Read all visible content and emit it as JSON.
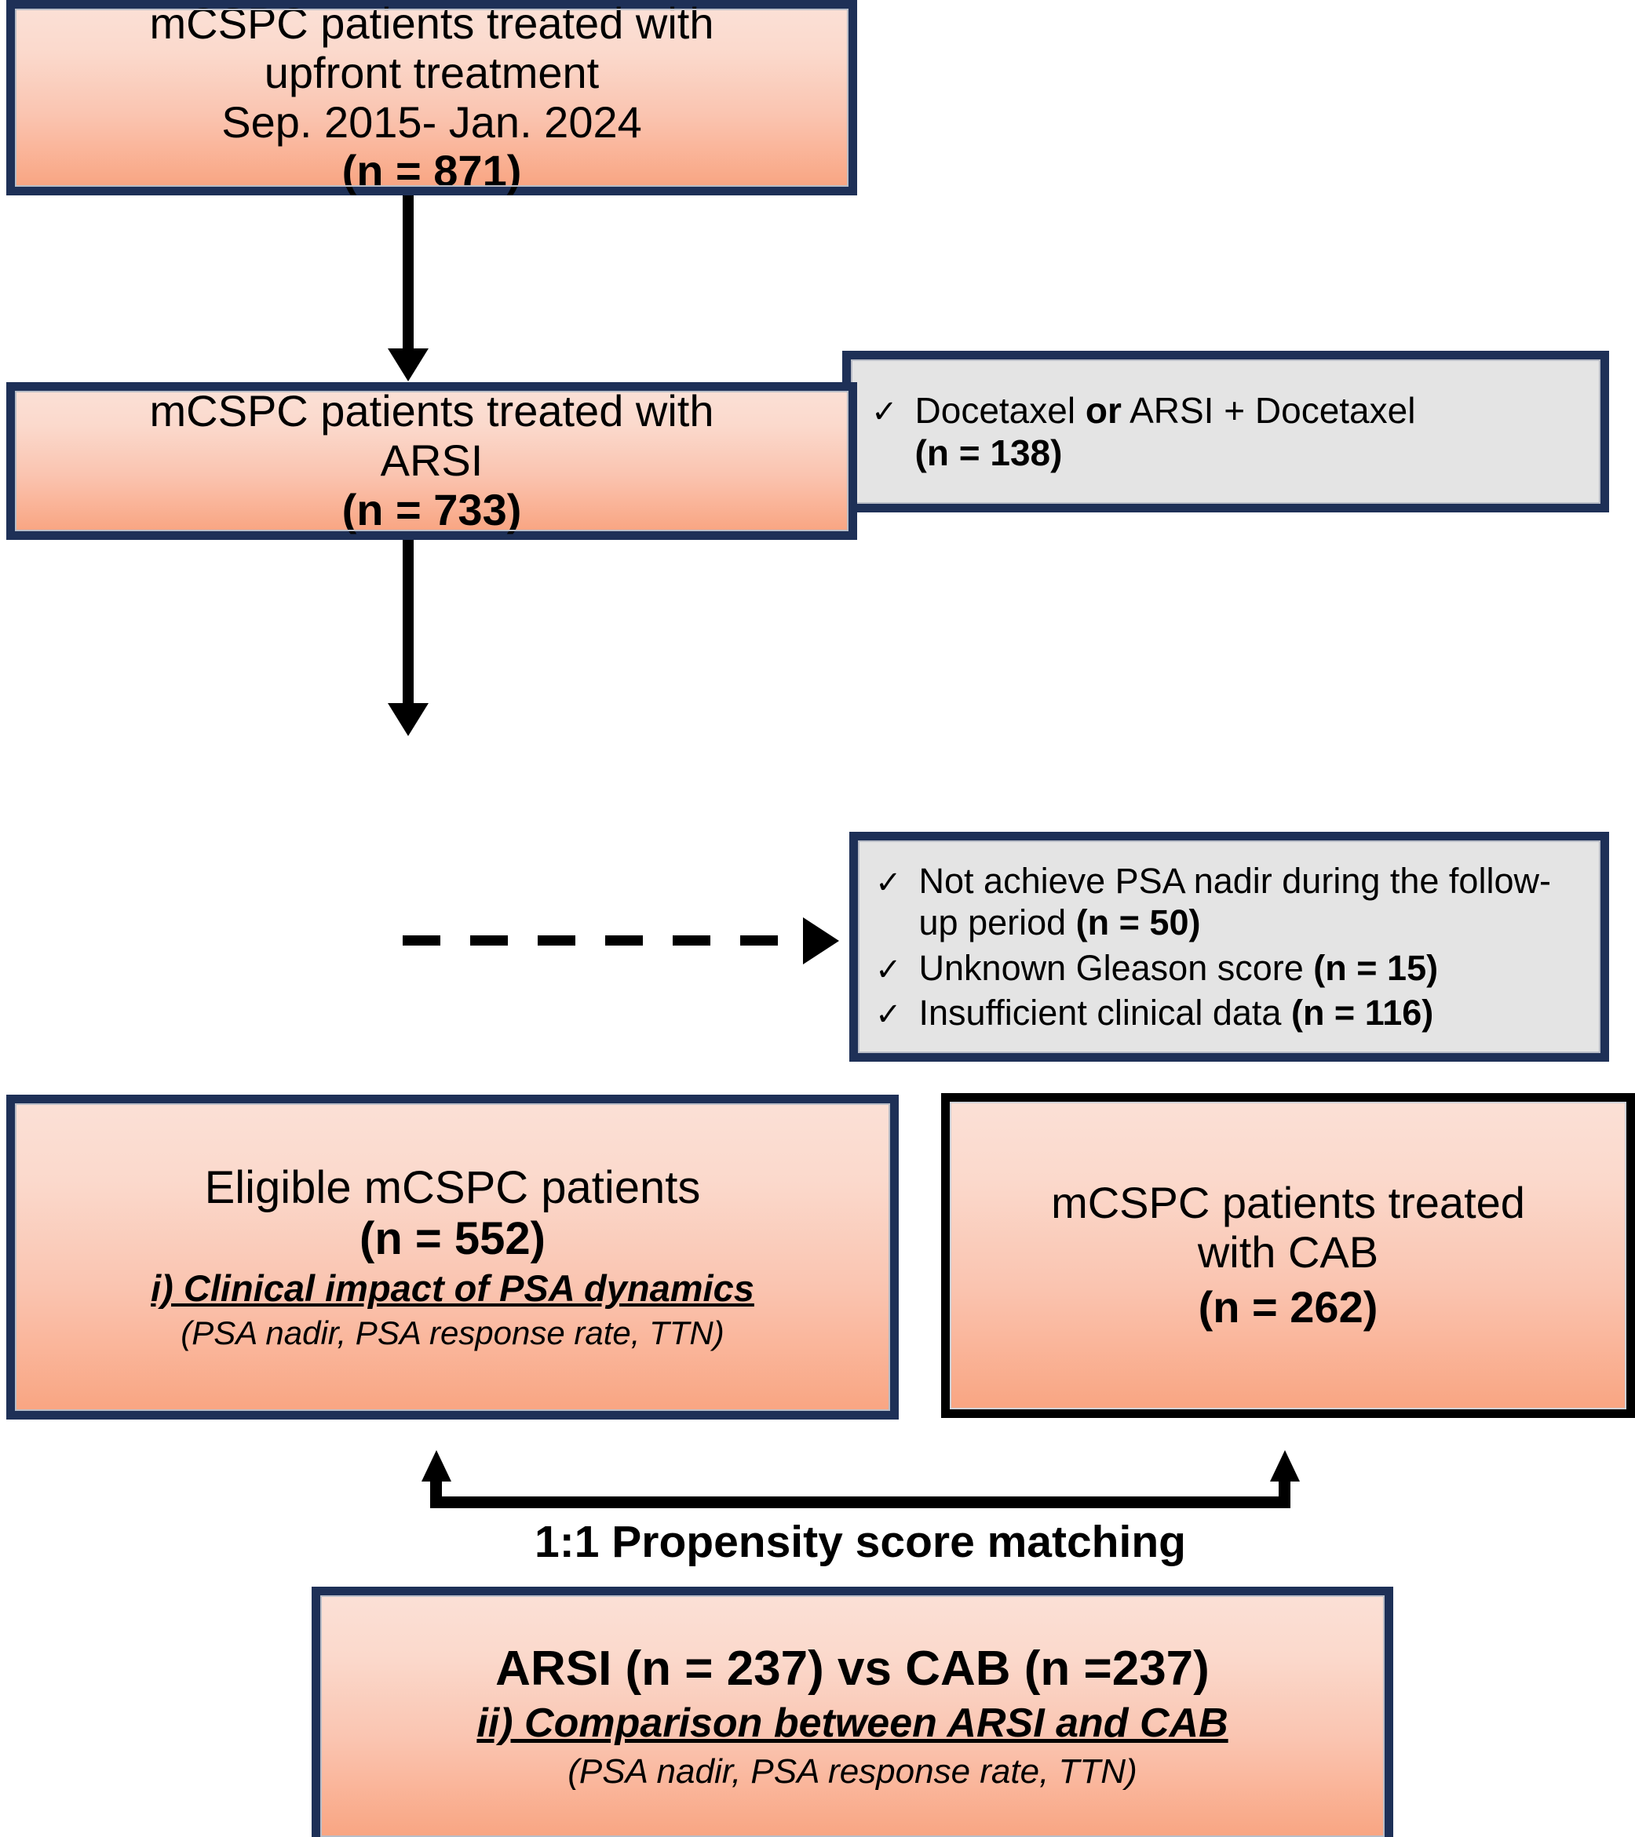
{
  "diagram": {
    "title": "mCSPC patient selection flow diagram",
    "colors": {
      "box_border_navy": "#1e3057",
      "box_border_black": "#000000",
      "box_fill_top": "#fbe0d6",
      "box_fill_bottom": "#f9a582",
      "exclusion_fill": "#e4e4e4",
      "connector": "#000000"
    }
  },
  "nodes": {
    "cohort_all": {
      "line1": "mCSPC patients treated with",
      "line2": "upfront treatment",
      "line3": "Sep. 2015- Jan. 2024",
      "count": "(n = 871)"
    },
    "cohort_arsi": {
      "line1": "mCSPC patients treated with",
      "line2": "ARSI",
      "count": "(n = 733)"
    },
    "eligible": {
      "line1": "Eligible mCSPC patients",
      "count": "(n = 552)",
      "aim": "i) Clinical impact of PSA dynamics",
      "endpoints": "(PSA nadir, PSA response rate, TTN)"
    },
    "cab": {
      "line1": "mCSPC patients treated",
      "line2": "with CAB",
      "count": "(n = 262)"
    },
    "matched": {
      "line1": "ARSI (n = 237) vs CAB (n =237)",
      "aim": "ii) Comparison between ARSI and CAB",
      "endpoints": "(PSA nadir, PSA response rate, TTN)"
    }
  },
  "exclusions": {
    "first": {
      "items": [
        {
          "check": "✓",
          "text_plain": "Docetaxel ",
          "text_bold": "or",
          "text_tail": " ARSI + Docetaxel",
          "count": "(n = 138)"
        }
      ]
    },
    "second": {
      "items": [
        {
          "check": "✓",
          "text": "Not achieve PSA nadir during the follow-up period ",
          "count": "(n = 50)"
        },
        {
          "check": "✓",
          "text": "Unknown Gleason score ",
          "count": "(n = 15)"
        },
        {
          "check": "✓",
          "text": "Insufficient clinical data ",
          "count": "(n = 116)"
        }
      ]
    }
  },
  "connectors": {
    "matching_label": "1:1 Propensity score matching"
  }
}
